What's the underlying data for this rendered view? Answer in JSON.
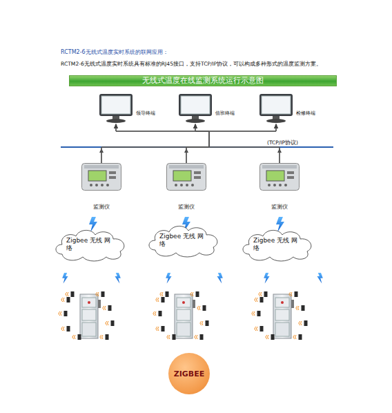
{
  "diagram": {
    "title": "RCTM2-6无线式温度实时系统的联网应用：",
    "nodes": [
      {
        "text": [
          "无线式温度在线监测系统运行示意图"
        ]
      },
      {
        "text": [
          "领导终端"
        ]
      },
      {
        "text": [
          "值班终端"
        ]
      },
      {
        "text": [
          "检修终端"
        ]
      },
      {
        "text": [
          "监测仪"
        ]
      },
      {
        "text": [
          "监测仪"
        ]
      },
      {
        "text": [
          "监测仪"
        ]
      },
      {
        "text": [
          "Zigbee 无线 网络"
        ]
      },
      {
        "text": [
          "Zigbee 无线 网络"
        ]
      },
      {
        "text": [
          "Zigbee 无线 网络"
        ]
      },
      {
        "text": [
          "ZIGBEE"
        ]
      }
    ],
    "edges": [
      {
        "from": 4,
        "to": 1,
        "arrow": "to"
      },
      {
        "from": 4,
        "to": 2,
        "arrow": "to"
      },
      {
        "from": 4,
        "to": 3,
        "arrow": "to"
      },
      {
        "from": 5,
        "to": 1,
        "arrow": "to"
      },
      {
        "from": 5,
        "to": 2,
        "arrow": "to"
      },
      {
        "from": 5,
        "to": 3,
        "arrow": "to"
      },
      {
        "from": 6,
        "to": 1,
        "arrow": "to"
      },
      {
        "from": 6,
        "to": 2,
        "arrow": "to"
      },
      {
        "from": 6,
        "to": 3,
        "arrow": "to"
      }
    ],
    "labels": [
      "RCTM2-6无线式温度实时系统具有标准的RJ45接口，支持TCP/IP协议，可以构成多种形式的温度监测方案。",
      "(TCP/IP协议)"
    ]
  }
}
